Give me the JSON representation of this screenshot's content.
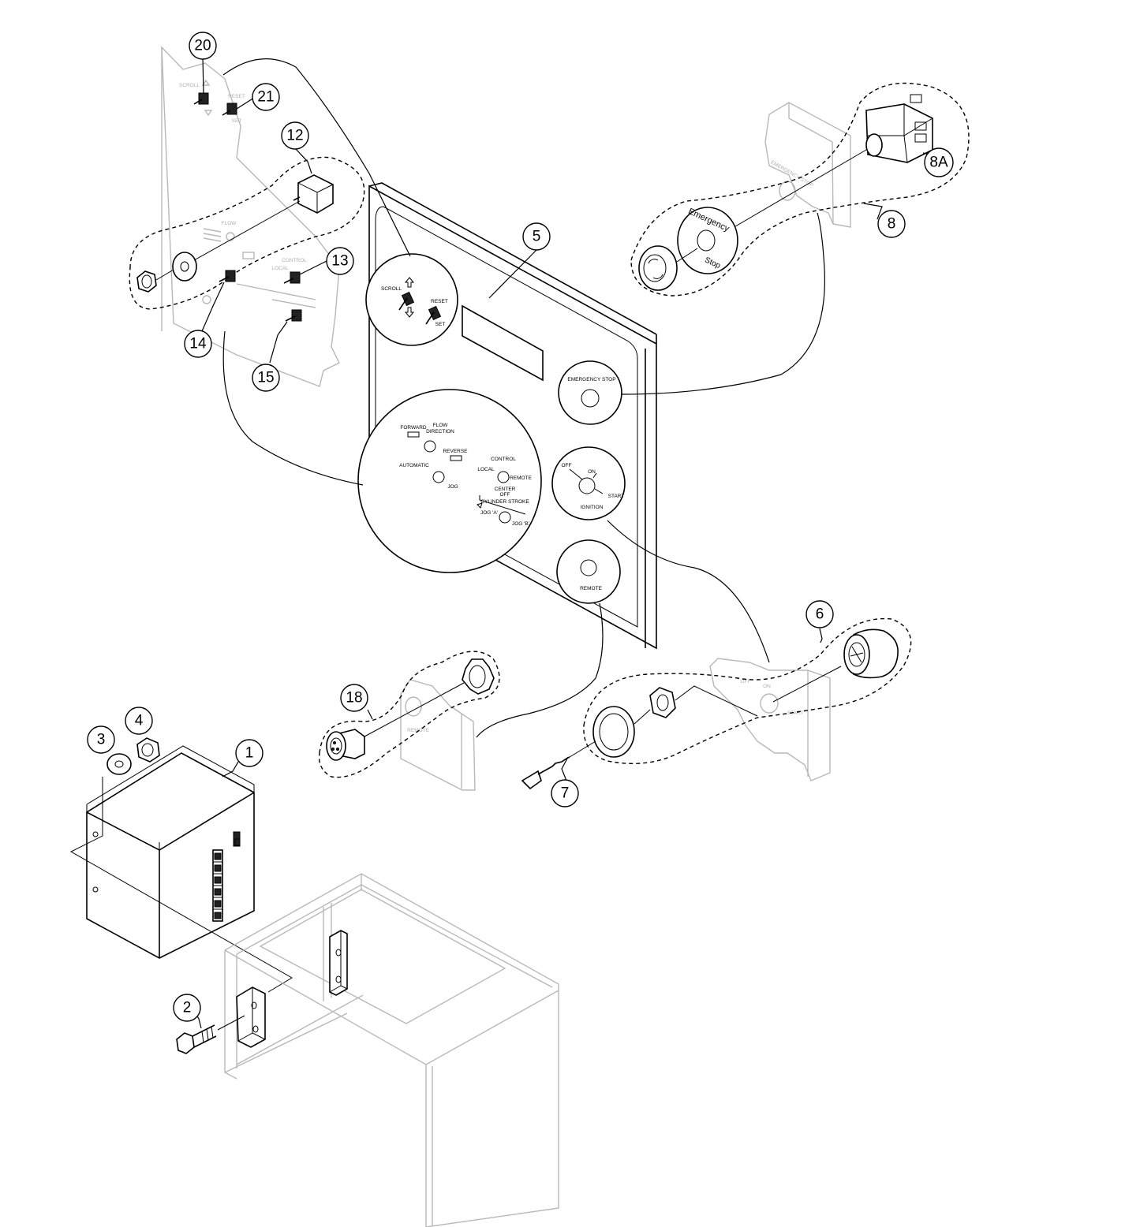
{
  "callouts": {
    "c1": "1",
    "c2": "2",
    "c3": "3",
    "c4": "4",
    "c5": "5",
    "c6": "6",
    "c7": "7",
    "c8": "8",
    "c8a": "8A",
    "c12": "12",
    "c13": "13",
    "c14": "14",
    "c15": "15",
    "c18": "18",
    "c20": "20",
    "c21": "21"
  },
  "panel_labels": {
    "emergency_stop": "EMERGENCY STOP",
    "flow": "FLOW",
    "direction": "DIRECTION",
    "forward": "FORWARD",
    "reverse": "REVERSE",
    "control": "CONTROL",
    "local": "LOCAL",
    "remote_switch": "REMOTE",
    "center": "CENTER",
    "off_small": "OFF",
    "automatic": "AUTOMATIC",
    "jog": "JOG",
    "cylinder_stroke": "CYLINDER STROKE",
    "jog_a": "JOG 'A'",
    "jog_b": "JOG 'B'",
    "off": "OFF",
    "on": "ON",
    "start": "START",
    "ignition": "IGNITION",
    "remote": "REMOTE",
    "scroll": "SCROLL",
    "reset": "RESET",
    "set": "SET"
  },
  "estop_button": {
    "top": "Emergency",
    "bottom": "Stop"
  },
  "colors": {
    "line": "#000000",
    "ghost": "#b8b8b8",
    "background": "#ffffff"
  }
}
